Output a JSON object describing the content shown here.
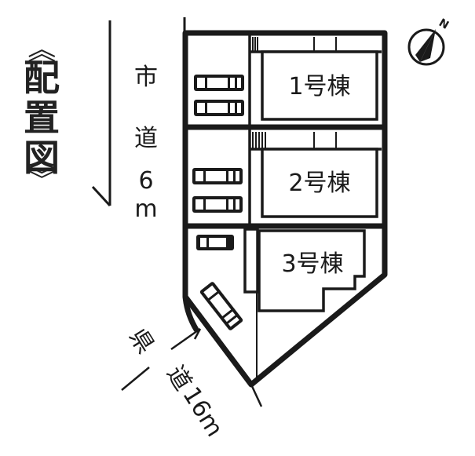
{
  "title": {
    "open_bracket": "《",
    "chars": [
      "配",
      "置",
      "図"
    ],
    "close_bracket": "》"
  },
  "city_road": {
    "chars": [
      "市",
      "道",
      "6",
      "m"
    ],
    "label": "市道6m",
    "arrow_direction": "down"
  },
  "prefectural_road": {
    "chars": [
      "県",
      "道",
      "16m"
    ],
    "label": "県道16m"
  },
  "buildings": [
    {
      "label": "1号棟",
      "parking_spaces": 2
    },
    {
      "label": "2号棟",
      "parking_spaces": 2
    },
    {
      "label": "3号棟",
      "parking_spaces": 2
    }
  ],
  "compass": {
    "label": "N",
    "icon": "north-arrow-icon"
  },
  "colors": {
    "ink": "#1a1a1a",
    "background": "#ffffff"
  }
}
